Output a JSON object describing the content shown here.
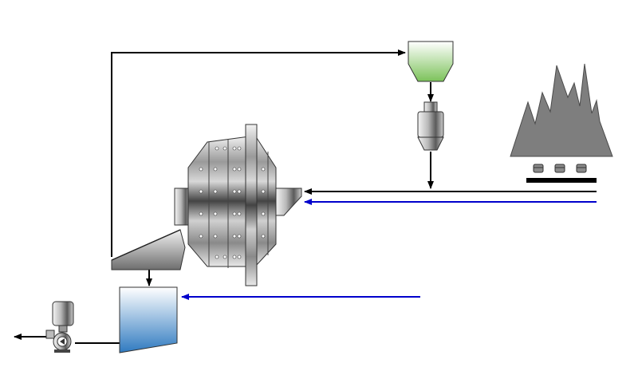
{
  "diagram": {
    "type": "grinding-circuit-flowsheet",
    "background": "#ffffff",
    "components": [
      {
        "name": "ore-stockpile",
        "icon": "stockpile-icon",
        "color": "#808080"
      },
      {
        "name": "apron-feeder",
        "icon": "feeder-icon",
        "color": "#000000"
      },
      {
        "name": "feed-hopper",
        "icon": "hopper-icon",
        "color": "#7cc25a"
      },
      {
        "name": "hopper-weigh-feeder",
        "icon": "cone-feeder-icon",
        "color": "#a0a0a0"
      },
      {
        "name": "sag-mill",
        "icon": "mill-icon",
        "color": "#9a9a9a"
      },
      {
        "name": "trommel-screen",
        "icon": "screen-icon",
        "color": "#8a8a8a"
      },
      {
        "name": "pump-sump",
        "icon": "sump-icon",
        "color": "#3a82c4"
      },
      {
        "name": "slurry-pump",
        "icon": "pump-icon",
        "color": "#6a6a6a"
      }
    ],
    "stream_colors": {
      "solids": "#000000",
      "water": "#0000cc"
    }
  }
}
